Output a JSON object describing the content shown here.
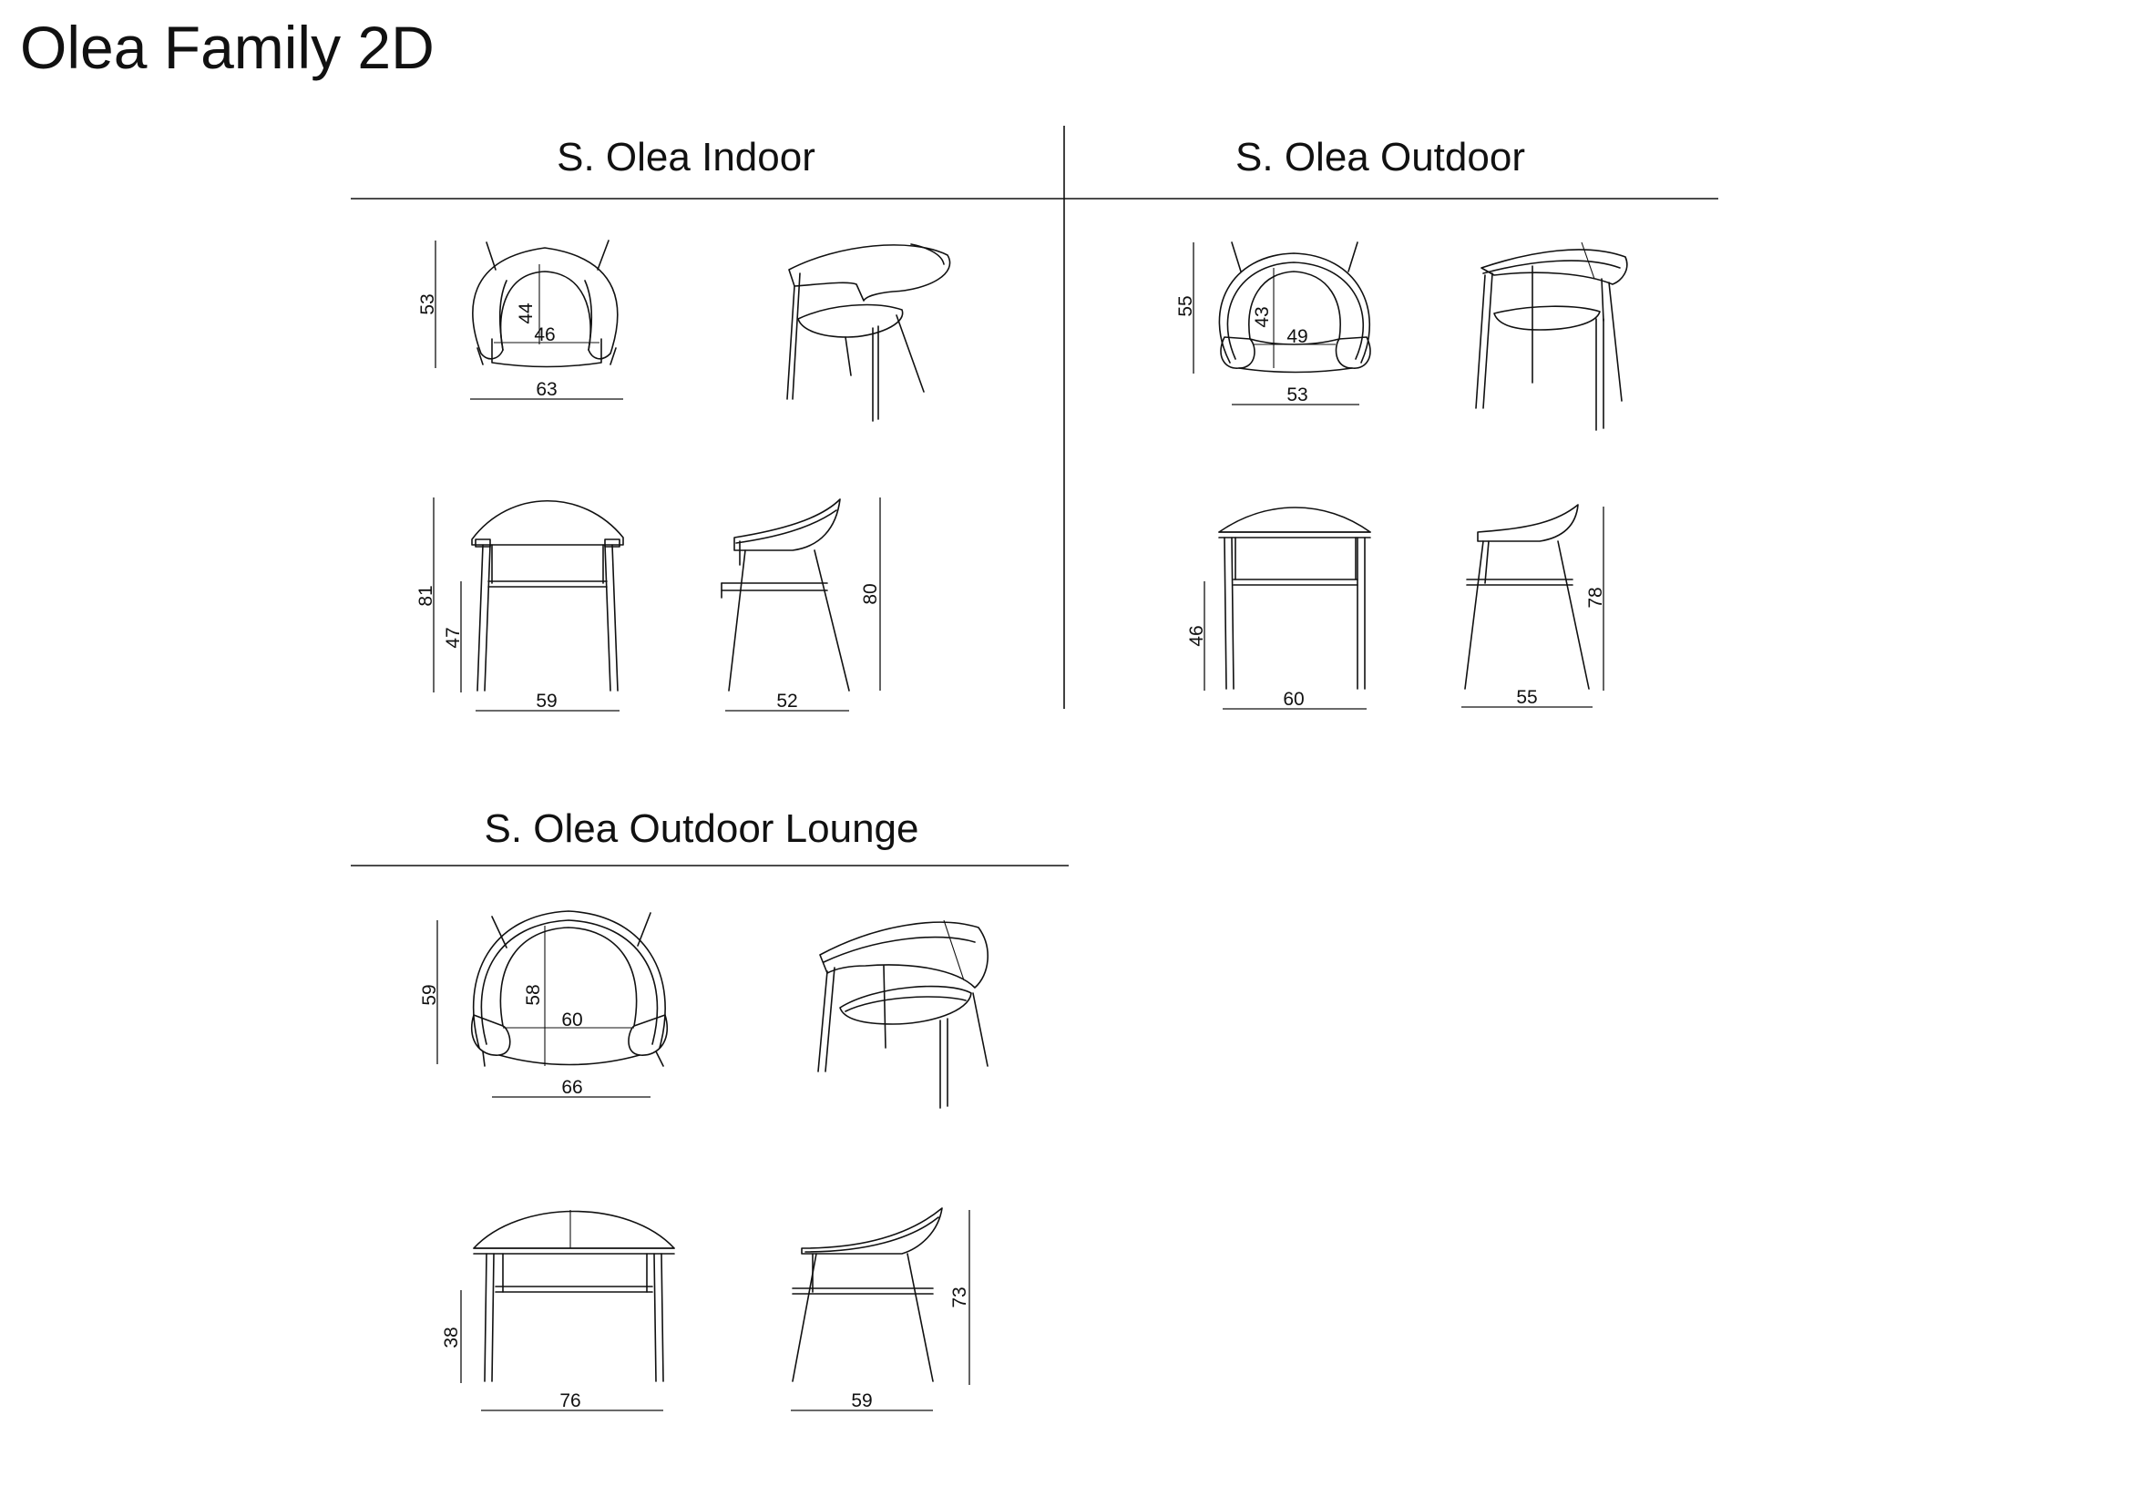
{
  "title": "Olea Family 2D",
  "sections": [
    {
      "title": "S. Olea Indoor",
      "top_view": {
        "depth": "53",
        "inner_depth": "44",
        "inner_width": "46",
        "width": "63"
      },
      "front_view": {
        "height": "81",
        "seat_height": "47",
        "width": "59"
      },
      "side_view": {
        "height": "80",
        "depth": "52"
      }
    },
    {
      "title": "S. Olea Outdoor",
      "top_view": {
        "depth": "55",
        "inner_depth": "43",
        "inner_width": "49",
        "width": "53"
      },
      "front_view": {
        "seat_height": "46",
        "width": "60"
      },
      "side_view": {
        "height": "78",
        "depth": "55"
      }
    },
    {
      "title": "S. Olea Outdoor Lounge",
      "top_view": {
        "depth": "59",
        "inner_depth": "58",
        "inner_width": "60",
        "width": "66"
      },
      "front_view": {
        "seat_height": "38",
        "width": "76"
      },
      "side_view": {
        "height": "73",
        "depth": "59"
      }
    }
  ]
}
